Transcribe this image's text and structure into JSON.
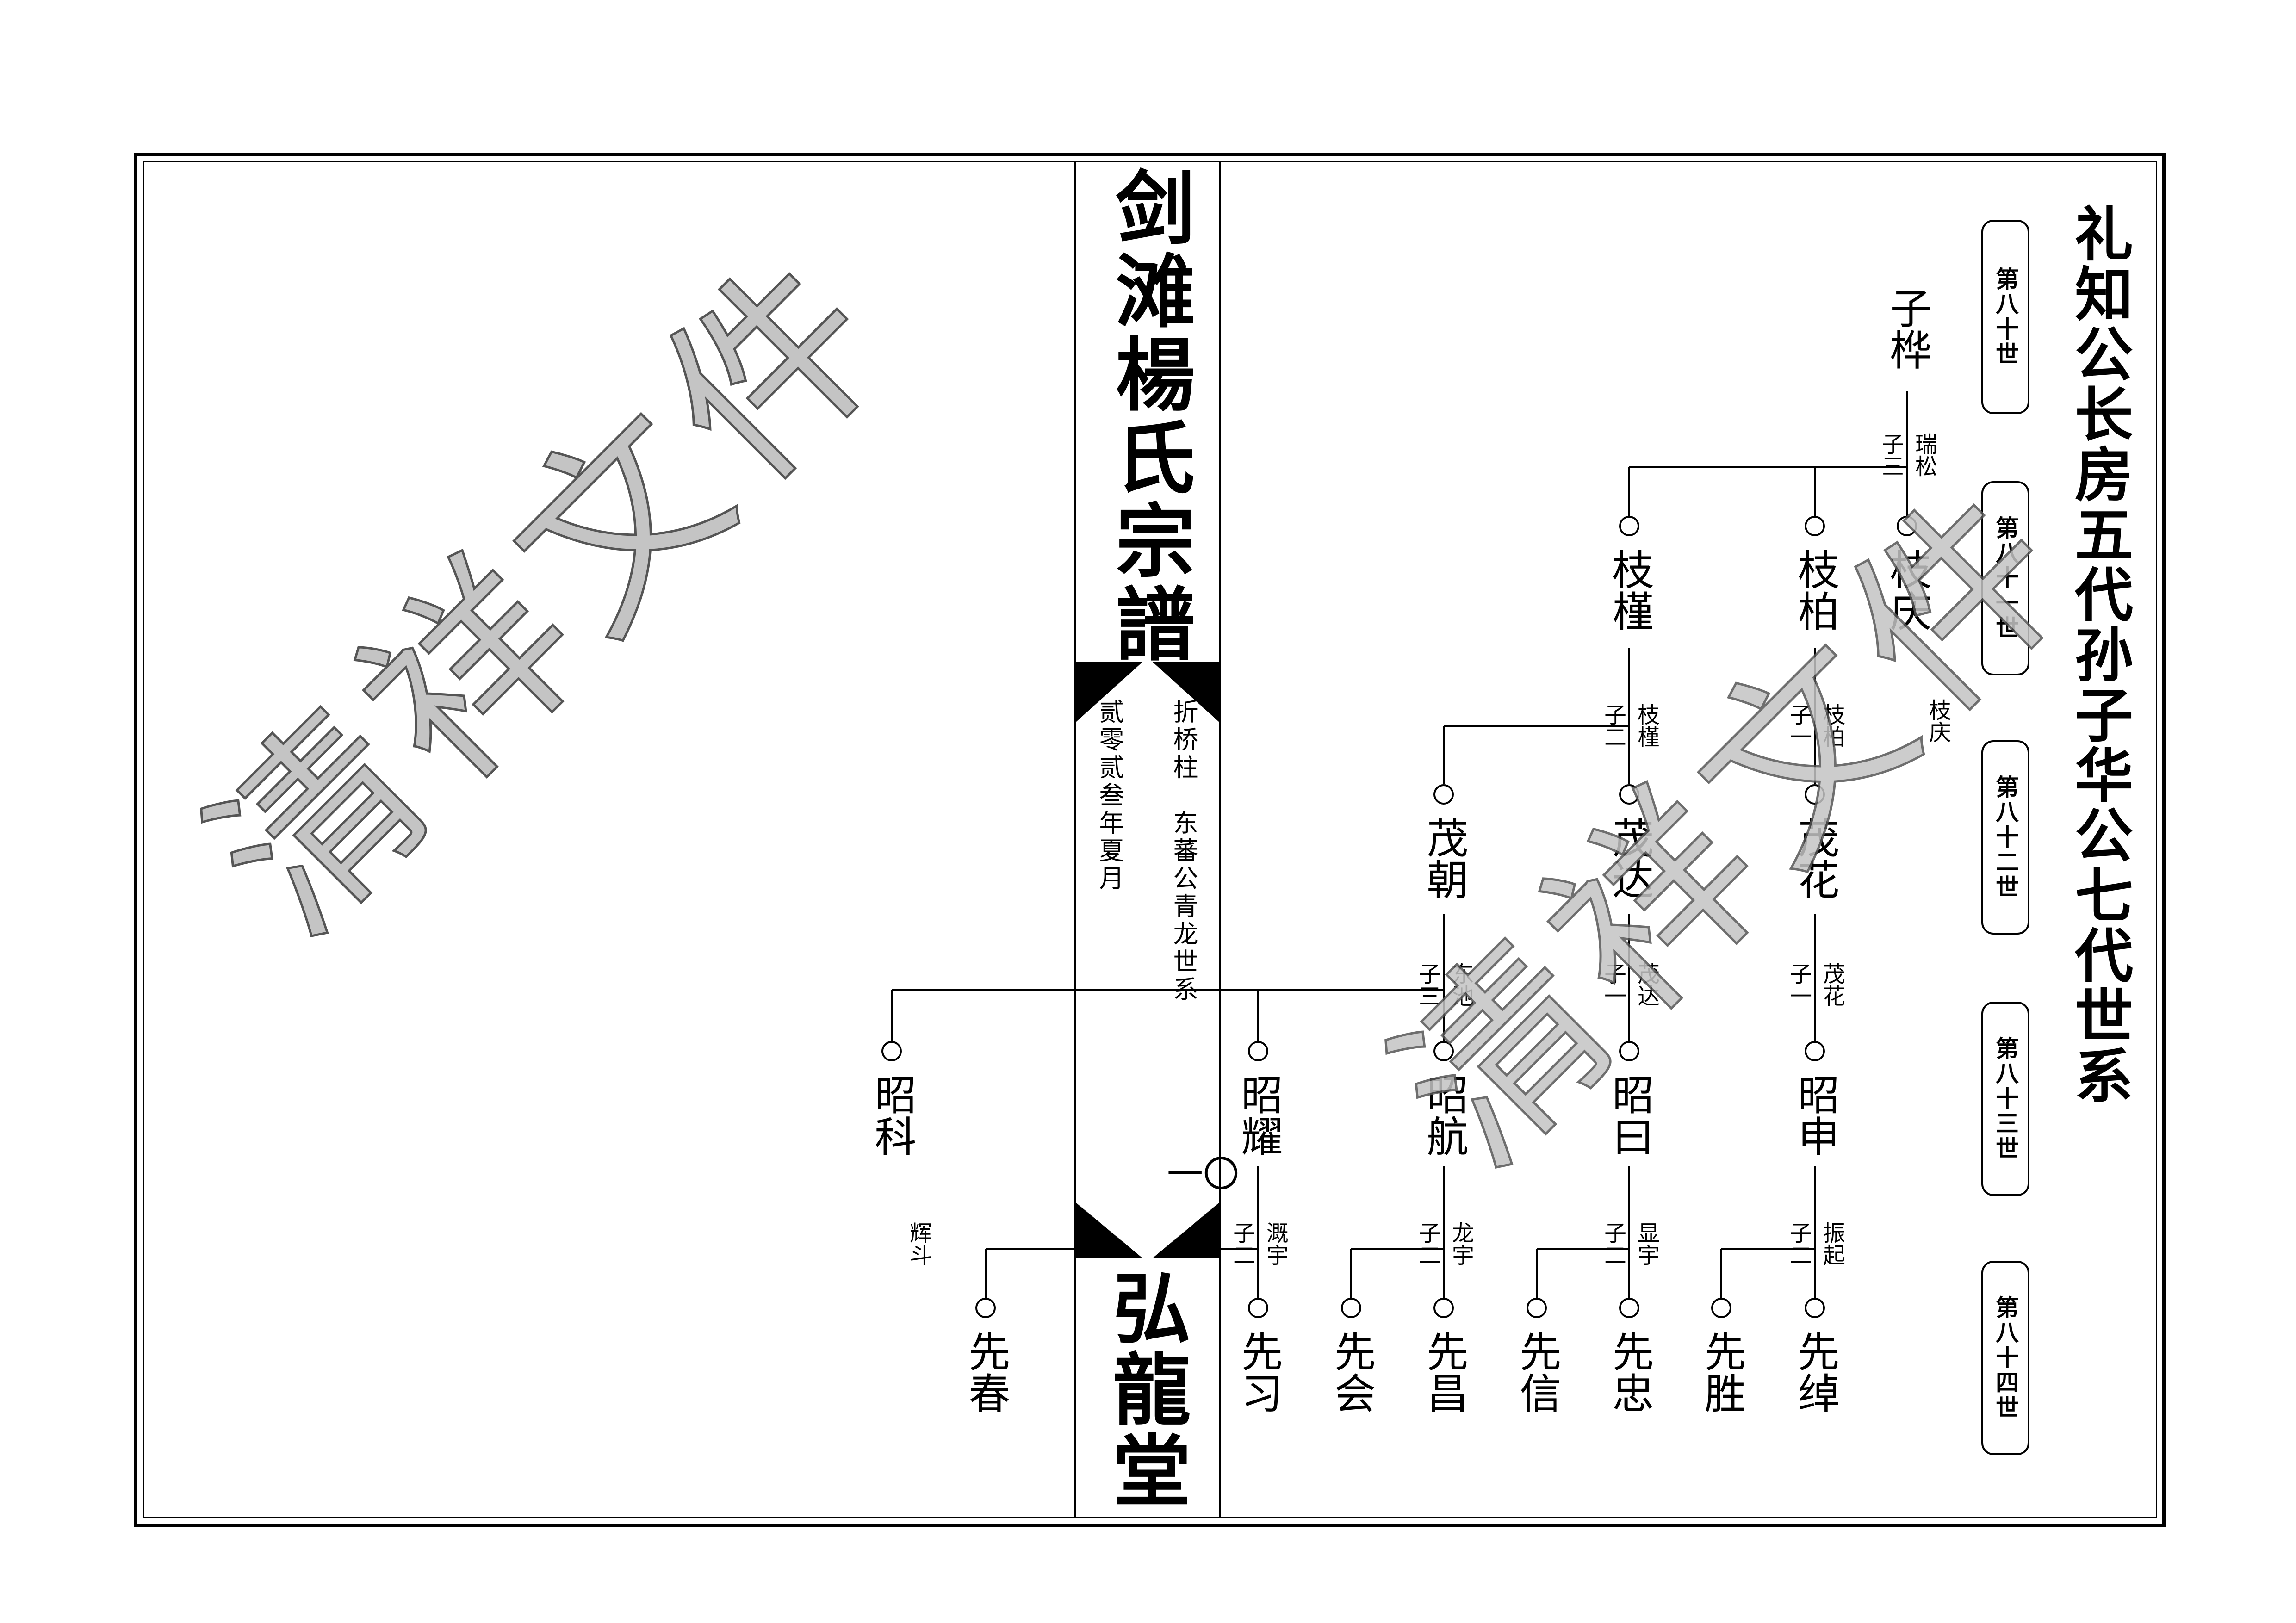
{
  "spine": {
    "title": "剑滩楊氏宗譜",
    "subtitle": "折桥柱　东蕃公青龙世系",
    "date": "贰零贰叁年夏月",
    "page_number": "一〇",
    "hall_name": "弘龍堂"
  },
  "header": {
    "title": "礼知公长房五代孙子华公七代世系"
  },
  "generations": [
    "第八十世",
    "第八十一世",
    "第八十二世",
    "第八十三世",
    "第八十四世"
  ],
  "watermark": "清祥文件",
  "tree": {
    "gen80": {
      "zi_hua": "子桦",
      "zi_hua_rel": [
        "子三",
        "瑞松"
      ]
    },
    "gen81": {
      "zhi_qing": "枝庆",
      "zhi_bo": "枝柏",
      "zhi_jin": "枝槿",
      "zhi_qing_note": "枝庆",
      "zhi_bo_rel": [
        "子一",
        "枝柏"
      ],
      "zhi_jin_rel": [
        "子二",
        "枝槿"
      ]
    },
    "gen82": {
      "mao_hua": "茂花",
      "mao_da": "茂达",
      "mao_chao": "茂朝",
      "mao_hua_rel": [
        "子一",
        "茂花"
      ],
      "mao_da_rel": [
        "子一",
        "茂达"
      ],
      "mao_chao_rel": [
        "子三",
        "东池"
      ]
    },
    "gen83": {
      "zhao_shen": "昭申",
      "zhao_yue": "昭曰",
      "zhao_hang": "昭航",
      "zhao_yao": "昭耀",
      "zhao_ke": "昭科",
      "zhao_shen_rel": [
        "子二",
        "振起"
      ],
      "zhao_yue_rel": [
        "子二",
        "显宇"
      ],
      "zhao_hang_rel": [
        "子二",
        "龙宇"
      ],
      "zhao_yao_rel": [
        "子二",
        "溉宇"
      ],
      "zhao_ke_note": "辉斗"
    },
    "gen84": {
      "xian_zhuo": "先绰",
      "xian_sheng": "先胜",
      "xian_zhong": "先忠",
      "xian_xin": "先信",
      "xian_chang": "先昌",
      "xian_hui": "先会",
      "xian_xi": "先习",
      "xian_chun": "先春"
    }
  }
}
